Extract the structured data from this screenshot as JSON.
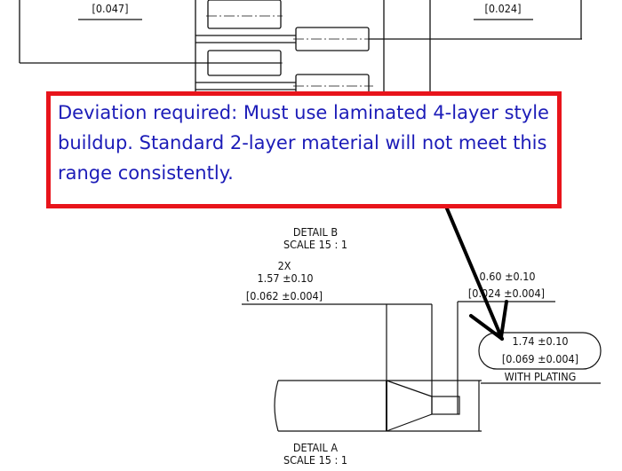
{
  "top_view": {
    "left_dim_partial": "[0.047]",
    "right_dim_partial": "[0.024]"
  },
  "callout": {
    "text": "Deviation required: Must use laminated 4-layer style buildup. Standard 2-layer material will not meet this range consistently.",
    "border_color": "#e8141b",
    "text_color": "#1c1cb8"
  },
  "detail_b": {
    "title": "DETAIL B",
    "scale": "SCALE 15 : 1"
  },
  "dimensions": {
    "chamfer_qty": "2X",
    "chamfer_mm": "1.57 ±0.10",
    "chamfer_in": "[0.062 ±0.004]",
    "tip_mm": "0.60 ±0.10",
    "tip_in": "[0.024 ±0.004]",
    "thickness_mm": "1.74 ±0.10",
    "thickness_in": "[0.069 ±0.004]",
    "thickness_note": "WITH PLATING"
  },
  "detail_a": {
    "title": "DETAIL A",
    "scale": "SCALE 15 : 1"
  }
}
